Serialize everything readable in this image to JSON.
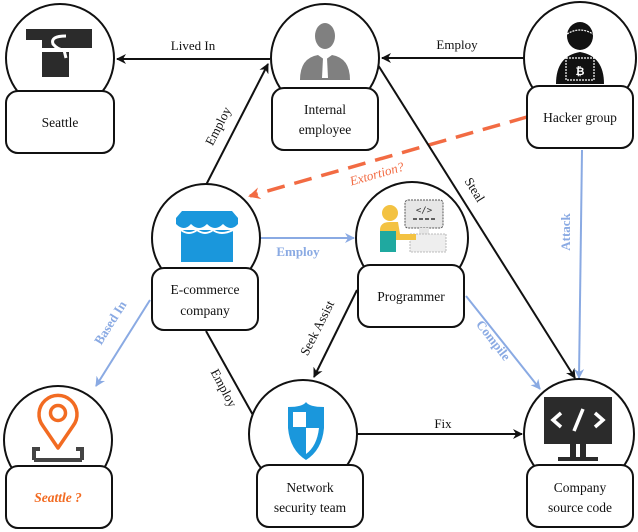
{
  "colors": {
    "black": "#111111",
    "blue_edge": "#8aaae3",
    "orange_edge": "#f26b43",
    "icon_blue": "#1a97dc",
    "icon_orange": "#f26b22",
    "icon_gray": "#808080",
    "icon_dark": "#2b2b2b",
    "icon_yellow": "#f3c242",
    "icon_teal": "#1fa9a0"
  },
  "nodes": [
    {
      "id": "seattle",
      "label": [
        "Seattle"
      ],
      "icon": "seattle-logo-icon",
      "label_style": "normal"
    },
    {
      "id": "internal_employee",
      "label": [
        "Internal",
        "employee"
      ],
      "icon": "person-icon",
      "label_style": "normal"
    },
    {
      "id": "hacker_group",
      "label": [
        "Hacker group"
      ],
      "icon": "hacker-icon",
      "label_style": "normal"
    },
    {
      "id": "ecommerce_company",
      "label": [
        "E-commerce",
        "company"
      ],
      "icon": "store-icon",
      "label_style": "normal"
    },
    {
      "id": "programmer",
      "label": [
        "Programmer"
      ],
      "icon": "programmer-icon",
      "label_style": "normal"
    },
    {
      "id": "seattle_unknown",
      "label": [
        "Seattle ?"
      ],
      "icon": "location-pin-icon",
      "label_style": "orange-italic"
    },
    {
      "id": "network_security_team",
      "label": [
        "Network",
        "security team"
      ],
      "icon": "shield-icon",
      "label_style": "normal"
    },
    {
      "id": "company_source_code",
      "label": [
        "Company",
        "source code"
      ],
      "icon": "code-monitor-icon",
      "label_style": "normal"
    }
  ],
  "edges": [
    {
      "from": "internal_employee",
      "to": "seattle",
      "label": "Lived In",
      "style": "black"
    },
    {
      "from": "hacker_group",
      "to": "internal_employee",
      "label": "Employ",
      "style": "black"
    },
    {
      "from": "ecommerce_company",
      "to": "internal_employee",
      "label": "Employ",
      "style": "black"
    },
    {
      "from": "hacker_group",
      "to": "ecommerce_company",
      "label": "Extortion?",
      "style": "orange-dashed"
    },
    {
      "from": "internal_employee",
      "to": "company_source_code",
      "label": "Steal",
      "style": "black"
    },
    {
      "from": "hacker_group",
      "to": "company_source_code",
      "label": "Attack",
      "style": "blue"
    },
    {
      "from": "ecommerce_company",
      "to": "programmer",
      "label": "Employ",
      "style": "blue"
    },
    {
      "from": "ecommerce_company",
      "to": "seattle_unknown",
      "label": "Based In",
      "style": "blue"
    },
    {
      "from": "programmer",
      "to": "network_security_team",
      "label": "Seek Assist",
      "style": "black"
    },
    {
      "from": "programmer",
      "to": "company_source_code",
      "label": "Compile",
      "style": "blue"
    },
    {
      "from": "ecommerce_company",
      "to": "network_security_team",
      "label": "Employ",
      "style": "black"
    },
    {
      "from": "network_security_team",
      "to": "company_source_code",
      "label": "Fix",
      "style": "black"
    }
  ]
}
